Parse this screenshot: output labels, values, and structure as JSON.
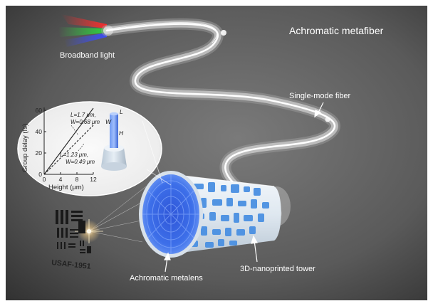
{
  "title": "Achromatic metafiber",
  "labels": {
    "broadband_light": "Broadband light",
    "single_mode_fiber": "Single-mode fiber",
    "tower": "3D-nanoprinted tower",
    "metalens": "Achromatic metalens",
    "usaf_target": "USAF-1951"
  },
  "inset": {
    "ylabel": "Group delay (fs)",
    "xlabel": "Height (μm)",
    "yticks": [
      "0",
      "20",
      "40",
      "60"
    ],
    "xticks": [
      "0",
      "4",
      "8",
      "12"
    ],
    "annotation_upper_l": "L=1.7 μm,",
    "annotation_upper_w": "W=0.68 μm",
    "annotation_lower_l": "L=1.23 μm,",
    "annotation_lower_w": "W=0.49 μm",
    "pillar_labels": {
      "l": "L",
      "w": "W",
      "h": "H"
    }
  },
  "chart_data": {
    "type": "line",
    "xlabel": "Height (μm)",
    "ylabel": "Group delay (fs)",
    "xlim": [
      0,
      12
    ],
    "ylim": [
      0,
      60
    ],
    "series": [
      {
        "name": "L=1.7 μm, W=0.68 μm",
        "style": "solid",
        "x": [
          0,
          12
        ],
        "y": [
          0,
          62
        ]
      },
      {
        "name": "L=1.23 μm, W=0.49 μm",
        "style": "dashed",
        "x": [
          0,
          12
        ],
        "y": [
          0,
          46
        ]
      }
    ]
  },
  "colors": {
    "background": "#5e5e5e",
    "metalens_blue": "#3a6fe8",
    "tower_pattern": "#4a90e2",
    "light_red": "#ff2a2a",
    "light_green": "#2adb3a",
    "light_blue": "#3a4cff"
  }
}
